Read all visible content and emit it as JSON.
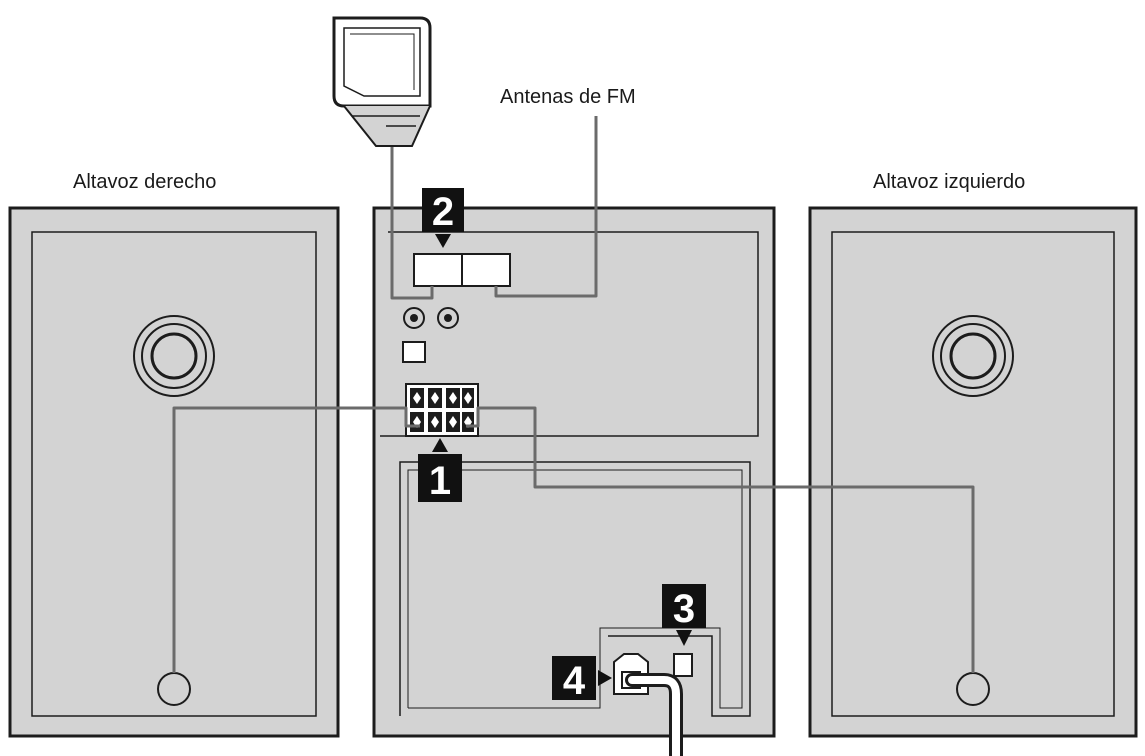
{
  "labels": {
    "fm_antennas": "Antenas de FM",
    "right_speaker": "Altavoz derecho",
    "left_speaker": "Altavoz izquierdo"
  },
  "markers": {
    "m1": "1",
    "m2": "2",
    "m3": "3",
    "m4": "4"
  },
  "colors": {
    "panel_fill": "#d3d3d3",
    "outline": "#1c1c1c",
    "cable": "#6b6b6b",
    "badge": "#111111",
    "white": "#ffffff"
  }
}
